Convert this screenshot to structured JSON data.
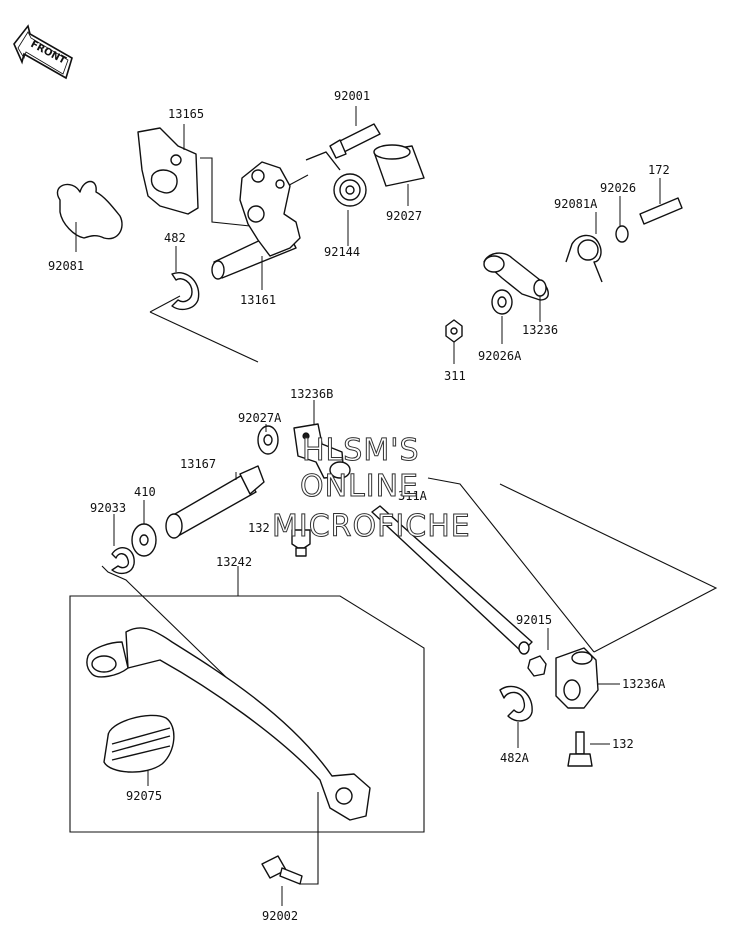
{
  "front_badge": "FRONT",
  "watermark": [
    "HLSM'S",
    "ONLINE",
    "MICROFICHE"
  ],
  "labels": {
    "p13165": "13165",
    "p92001": "92001",
    "p92081": "92081",
    "p482": "482",
    "p92144": "92144",
    "p92027": "92027",
    "p13161": "13161",
    "p172": "172",
    "p92026": "92026",
    "p92081A": "92081A",
    "p13236": "13236",
    "p92026A": "92026A",
    "p311": "311",
    "p13236B": "13236B",
    "p92027A": "92027A",
    "p13167": "13167",
    "p410": "410",
    "p92033": "92033",
    "p132a": "132",
    "p311A": "311A",
    "p13242": "13242",
    "p92015": "92015",
    "p13236A": "13236A",
    "p132b": "132",
    "p482A": "482A",
    "p92075": "92075",
    "p92002": "92002"
  }
}
